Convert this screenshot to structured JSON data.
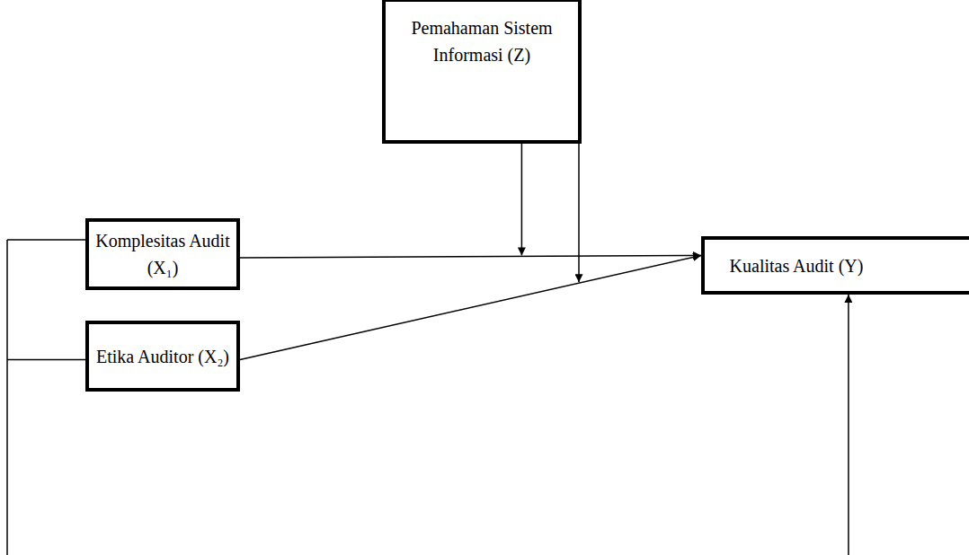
{
  "diagram": {
    "nodes": [
      {
        "text": [
          "Pemahaman Sistem Informasi (Z)"
        ]
      },
      {
        "text": [
          "Komplesitas Audit (X₁)"
        ]
      },
      {
        "text": [
          "Etika Auditor (X₂)"
        ]
      },
      {
        "text": [
          "Kualitas Audit (Y)"
        ]
      }
    ],
    "edges": [
      {
        "from": 1,
        "to": 3,
        "arrow": "to"
      },
      {
        "from": 2,
        "to": 3,
        "arrow": "to"
      }
    ]
  }
}
